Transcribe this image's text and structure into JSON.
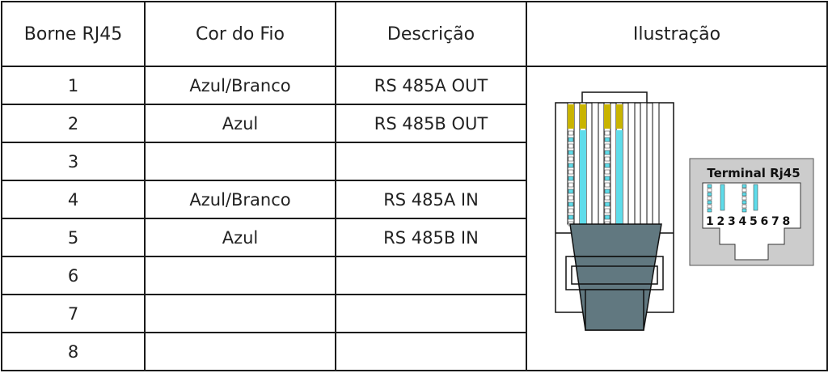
{
  "headers": [
    "Borne RJ45",
    "Cor do Fio",
    "Descrição",
    "Ilustração"
  ],
  "rows": [
    {
      "pin": "1",
      "color": "Azul/Branco",
      "desc": "RS 485A OUT"
    },
    {
      "pin": "2",
      "color": "Azul",
      "desc": "RS 485B OUT"
    },
    {
      "pin": "3",
      "color": "",
      "desc": ""
    },
    {
      "pin": "4",
      "color": "Azul/Branco",
      "desc": "RS 485A IN"
    },
    {
      "pin": "5",
      "color": "Azul",
      "desc": "RS 485B IN"
    },
    {
      "pin": "6",
      "color": "",
      "desc": ""
    },
    {
      "pin": "7",
      "color": "",
      "desc": ""
    },
    {
      "pin": "8",
      "color": "",
      "desc": ""
    }
  ],
  "illustration": {
    "terminal_title": "Terminal Rj45",
    "terminal_pins": [
      "1",
      "2",
      "3",
      "4",
      "5",
      "6",
      "7",
      "8"
    ],
    "colors": {
      "wire_blue": "#5fdcea",
      "contact_gold": "#c9b400",
      "cable_gray": "#617880",
      "terminal_bg": "#cccccc"
    }
  }
}
